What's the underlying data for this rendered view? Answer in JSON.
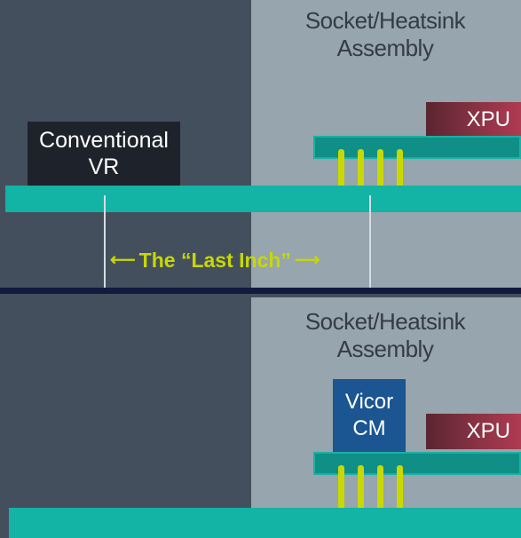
{
  "top_panel": {
    "socket_label": "Socket/Heatsink\nAssembly",
    "xpu_label": "XPU",
    "vr_label": "Conventional\nVR",
    "last_inch_label": "The “Last Inch”",
    "arrow_left": "⟵",
    "arrow_right": "⟶"
  },
  "bottom_panel": {
    "socket_label": "Socket/Heatsink\nAssembly",
    "xpu_label": "XPU",
    "cm_label": "Vicor\nCM"
  },
  "colors": {
    "background": "#444f5e",
    "socket": "#96a5ae",
    "substrate": "#0f8f86",
    "pcb": "#13b3a6",
    "pins": "#c8d800",
    "xpu": "#b03a52",
    "conventional_vr": "#1e222b",
    "vicor_cm": "#1b5592"
  }
}
